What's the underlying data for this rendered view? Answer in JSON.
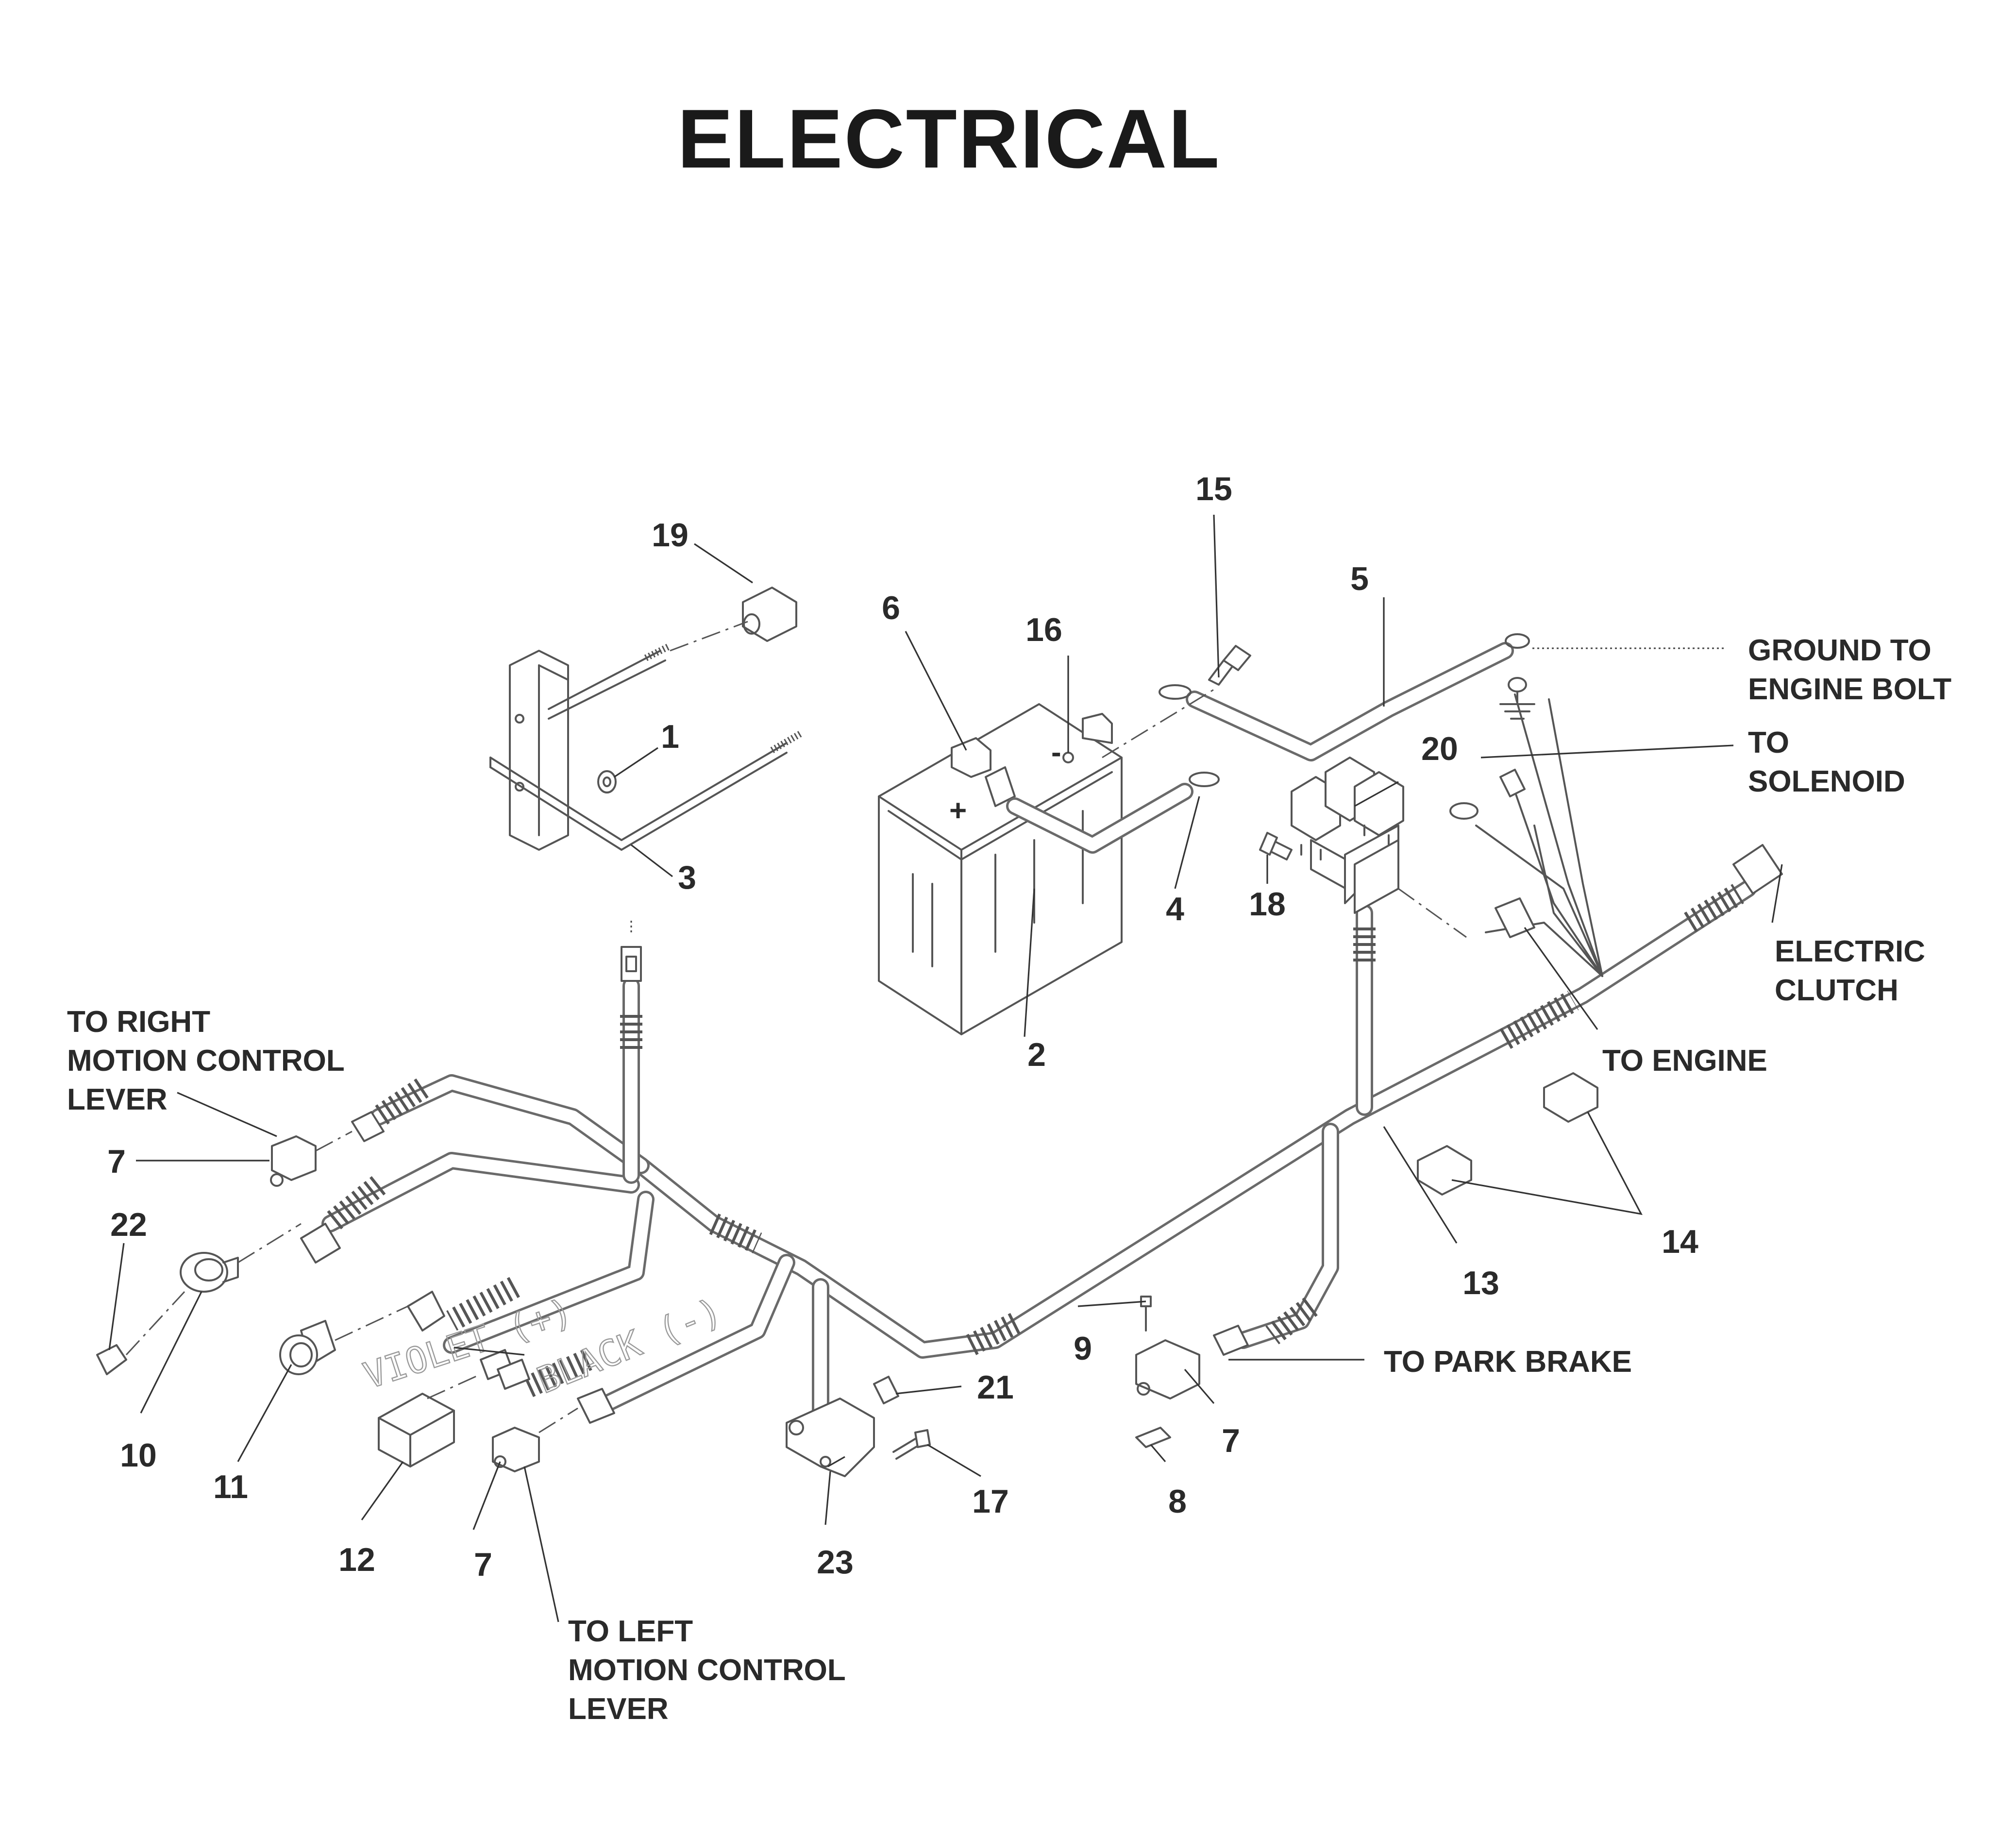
{
  "title": "ELECTRICAL",
  "wire_labels": {
    "violet": "VIOLET (+)",
    "black": "BLACK (-)"
  },
  "notes": {
    "ground": [
      "GROUND TO",
      "ENGINE BOLT"
    ],
    "solenoid": [
      "TO",
      "SOLENOID"
    ],
    "clutch": [
      "ELECTRIC",
      "CLUTCH"
    ],
    "engine": "TO ENGINE",
    "park_brake": "TO PARK BRAKE",
    "right_lever": [
      "TO RIGHT",
      "MOTION CONTROL",
      "LEVER"
    ],
    "left_lever": [
      "TO LEFT",
      "MOTION CONTROL",
      "LEVER"
    ]
  },
  "callouts": {
    "c1": "1",
    "c2": "2",
    "c3": "3",
    "c4": "4",
    "c5": "5",
    "c6": "6",
    "c7a": "7",
    "c7b": "7",
    "c7c": "7",
    "c8": "8",
    "c9": "9",
    "c10": "10",
    "c11": "11",
    "c12": "12",
    "c13": "13",
    "c14": "14",
    "c15": "15",
    "c16": "16",
    "c17": "17",
    "c18": "18",
    "c19": "19",
    "c20": "20",
    "c21": "21",
    "c22": "22",
    "c23": "23"
  }
}
